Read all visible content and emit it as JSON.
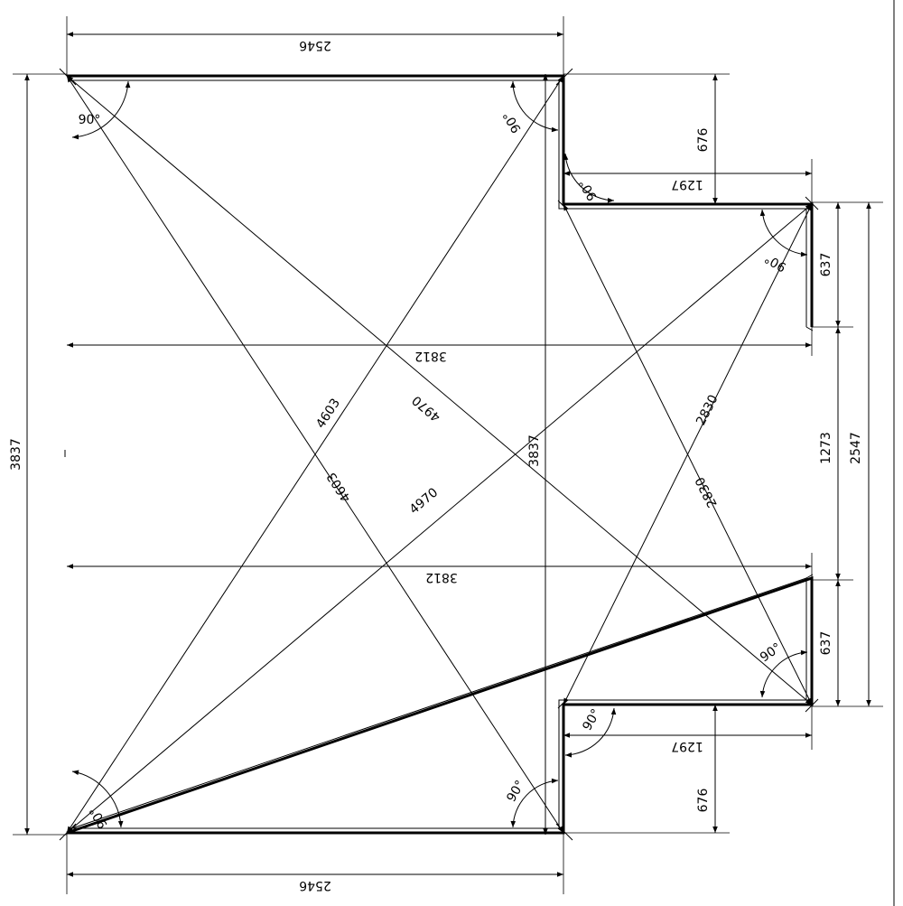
{
  "drawing": {
    "dimensions": {
      "top_width": "2546",
      "bottom_width": "2546",
      "left_height": "3837",
      "inner_height": "3837",
      "upper_span": "3812",
      "lower_span": "3812",
      "upper_notch_depth": "676",
      "lower_notch_depth": "676",
      "upper_step_width": "1297",
      "lower_step_width": "1297",
      "upper_end_segment": "637",
      "lower_end_segment": "637",
      "opening": "1273",
      "right_height": "2547",
      "diag_short_a": "4603",
      "diag_short_b": "4603",
      "diag_long_a": "4970",
      "diag_long_b": "4970",
      "diag_right_a": "2830",
      "diag_right_b": "2830"
    },
    "angles": {
      "top_left": "90°",
      "top_right": "90°",
      "upper_notch": "90°",
      "upper_end": "90°",
      "lower_end": "90°",
      "lower_notch": "90°",
      "bottom_right": "90°",
      "bottom_left": "90°"
    }
  }
}
